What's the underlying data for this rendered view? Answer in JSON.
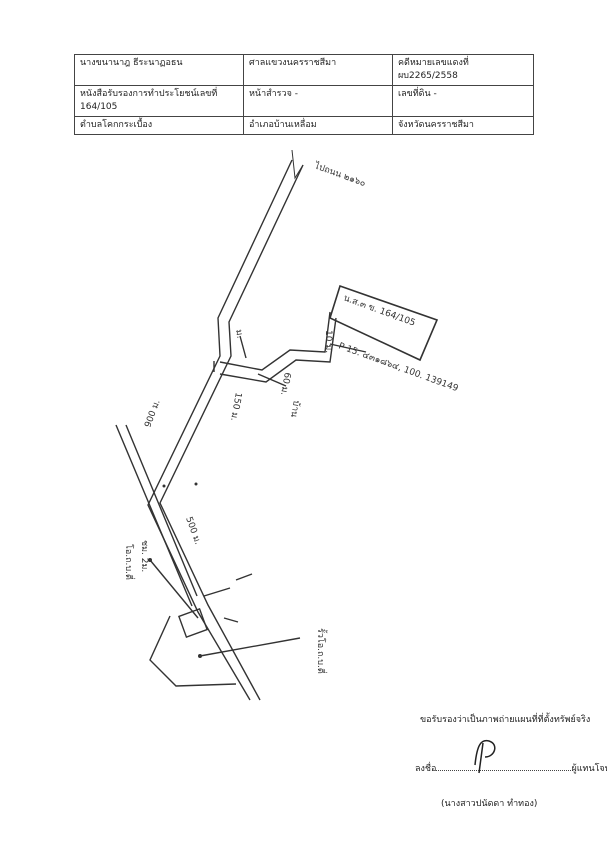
{
  "header_table": {
    "rows": [
      [
        "นางขนานาฎ ธีระนาฏอธน",
        "ศาลแขวงนครราชสีมา",
        "คดีหมายเลขแดงที่ ผบ2265/2558"
      ],
      [
        "หนังสือรับรองการทำประโยชน์เลขที่ 164/105",
        "หน้าสำรวจ  -",
        "เลขที่ดิน -"
      ],
      [
        "ตำบลโคกกระเบื้อง",
        "อำเภอบ้านเหลื่อม",
        "จังหวัดนครราชสีมา"
      ]
    ]
  },
  "map": {
    "labels": {
      "road_to": "ไปถนน ๒๑๖๐",
      "parcel_id": "น.ส.๓ ข. 164/105",
      "coords": "P 15. ๔๓๑๘๖๔, 100. 139149",
      "d_north": "10 ม.",
      "d_wat": "ม.",
      "d_60": "60 ม.",
      "d_150": "150 ม.",
      "d_500": "500 ม.",
      "house_east": "บ้าน",
      "d_900": "900 ม.",
      "ref_left_1": "ชม. 2ม.",
      "ref_left_2": "โอ.ถ.บ.ตี่",
      "ref_right": "รั้วโอ.ถ.บ.ตี่"
    }
  },
  "certification": "ขอรับรองว่าเป็นภาพถ่ายแผนที่ที่ตั้งทรัพย์จริง",
  "signature": {
    "prefix": "ลงชื่อ",
    "role": "ผู้แทนโจทก์",
    "name": "(นางสาวปนัดดา ทำทอง)"
  }
}
